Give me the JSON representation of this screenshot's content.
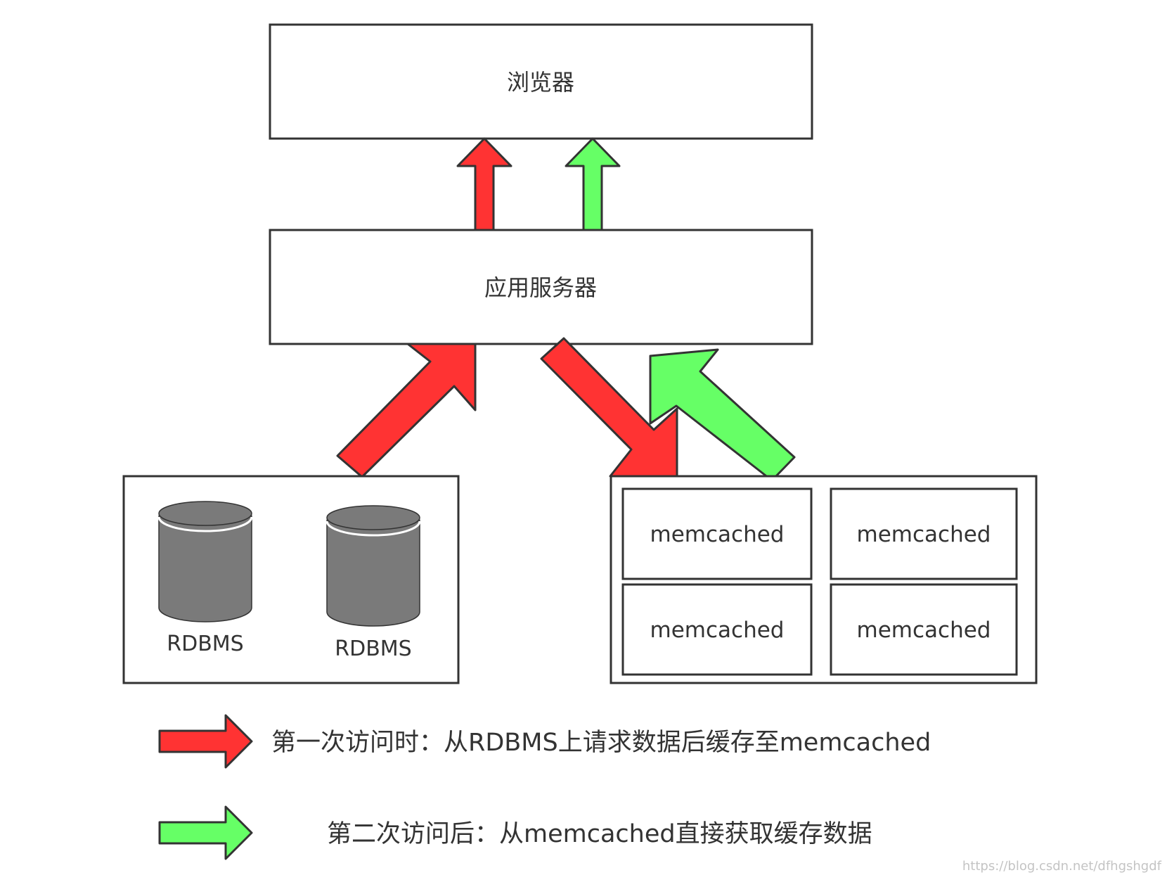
{
  "browser": {
    "label": "浏览器"
  },
  "app_server": {
    "label": "应用服务器"
  },
  "databases": [
    {
      "label": "RDBMS"
    },
    {
      "label": "RDBMS"
    }
  ],
  "cache_nodes": [
    {
      "label": "memcached"
    },
    {
      "label": "memcached"
    },
    {
      "label": "memcached"
    },
    {
      "label": "memcached"
    }
  ],
  "legend": [
    {
      "color": "#ff3333",
      "text": "第一次访问时：从RDBMS上请求数据后缓存至memcached"
    },
    {
      "color": "#66ff66",
      "text": "第二次访问后：从memcached直接获取缓存数据"
    }
  ],
  "watermark": "https://blog.csdn.net/dfhgshgdf",
  "colors": {
    "first_access": "#ff3333",
    "second_access": "#66ff66",
    "database": "#7a7a7a",
    "border": "#333333"
  }
}
